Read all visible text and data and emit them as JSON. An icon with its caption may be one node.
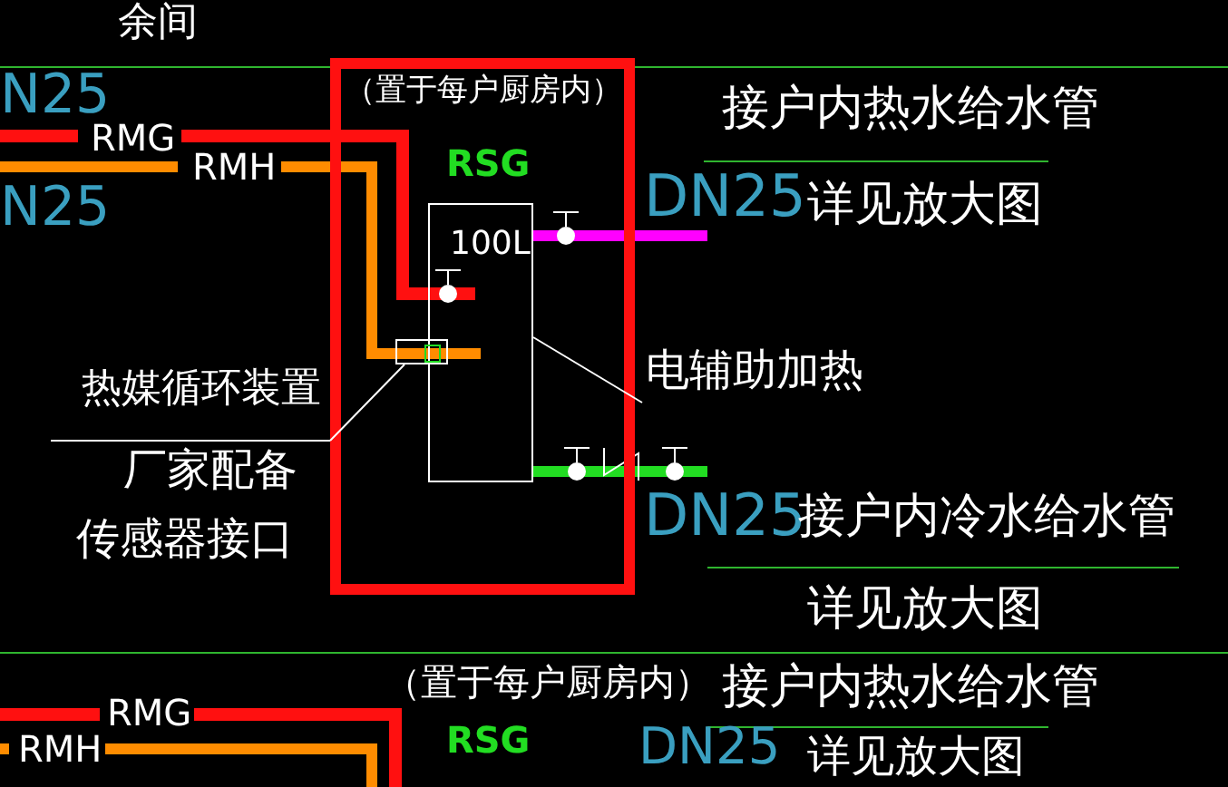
{
  "diagram": {
    "nodes": [
      {
        "text": [
          "100L"
        ],
        "beside": [
          "RSG"
        ]
      },
      {
        "text": [],
        "shape": "box"
      },
      {
        "text": [
          "热媒循环装置",
          "厂家配备",
          "传感器接口"
        ]
      },
      {
        "text": [
          "电辅助加热"
        ]
      }
    ],
    "edges": [
      {
        "from": 2,
        "to": 1,
        "arrow": "none"
      },
      {
        "from": 3,
        "to": 0,
        "arrow": "none"
      }
    ],
    "labels": [
      "余间",
      "N25",
      "（置于每户厨房内）",
      "接户内热水给水管",
      "RMG",
      "RMH",
      "N25",
      "DN25",
      "详见放大图",
      "DN25",
      "接户内冷水给水管",
      "详见放大图",
      "（置于每户厨房内）",
      "接户内热水给水管",
      "RMG",
      "RMH",
      "RSG",
      "DN25",
      "详见放大图"
    ]
  }
}
